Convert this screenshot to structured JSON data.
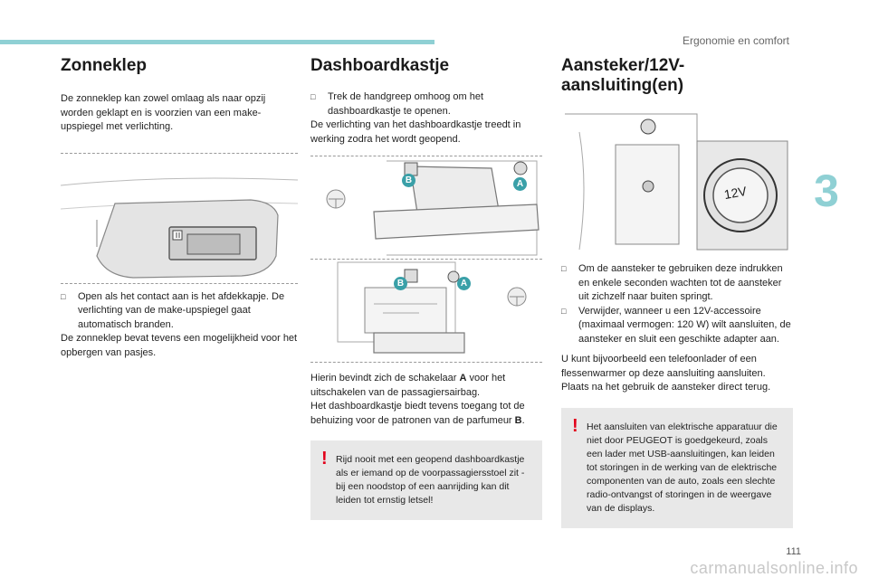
{
  "header": {
    "section": "Ergonomie en comfort",
    "chapter": "3",
    "page_number": "111"
  },
  "watermark": "carmanualsonline.info",
  "sun_visor": {
    "title": "Zonneklep",
    "intro": "De zonneklep kan zowel omlaag als naar opzij worden geklapt en is voorzien van een make-upspiegel met verlichting.",
    "bullet": "Open als het contact aan is het afdekkapje. De verlichting van de make-upspiegel gaat automatisch branden.",
    "outro": "De zonneklep bevat tevens een mogelijkheid voor het opbergen van pasjes."
  },
  "glovebox": {
    "title": "Dashboardkastje",
    "bullet": "Trek de handgreep omhoog om het dashboardkastje te openen.",
    "text1": "De verlichting van het dashboardkastje treedt in werking zodra het wordt geopend.",
    "label_a": "A",
    "label_b": "B",
    "text2_part1": "Hierin bevindt zich de schakelaar ",
    "text2_bold_a": "A",
    "text2_part2": " voor het uitschakelen van de passagiersairbag.",
    "text3_part1": "Het dashboardkastje biedt tevens toegang tot de behuizing voor de patronen van de parfumeur ",
    "text3_bold_b": "B",
    "text3_end": ".",
    "warning": "Rijd nooit met een geopend dashboardkastje als er iemand op de voorpassagiersstoel zit - bij een noodstop of een aanrijding kan dit leiden tot ernstig letsel!"
  },
  "lighter": {
    "title": "Aansteker/12V-aansluiting(en)",
    "socket_label": "12V",
    "bullet1": "Om de aansteker te gebruiken deze indrukken en enkele seconden wachten tot de aansteker uit zichzelf naar buiten springt.",
    "bullet2": "Verwijder, wanneer u een 12V-accessoire (maximaal vermogen: 120 W) wilt aansluiten, de aansteker en sluit een geschikte adapter aan.",
    "text": "U kunt bijvoorbeeld een telefoonlader of een flessenwarmer op deze aansluiting aansluiten. Plaats na het gebruik de aansteker direct terug.",
    "warning": "Het aansluiten van elektrische apparatuur die niet door PEUGEOT is goedgekeurd, zoals een lader met USB-aansluitingen, kan leiden tot storingen in de werking van de elektrische componenten van de auto, zoals een slechte radio-ontvangst of storingen in de weergave van de displays."
  },
  "colors": {
    "accent": "#8fd0d4",
    "warning_mark": "#e2001a",
    "label_circle": "#3aa0a8"
  },
  "icons": {
    "bullet": "square-bullet-icon",
    "warning": "exclamation-icon"
  }
}
